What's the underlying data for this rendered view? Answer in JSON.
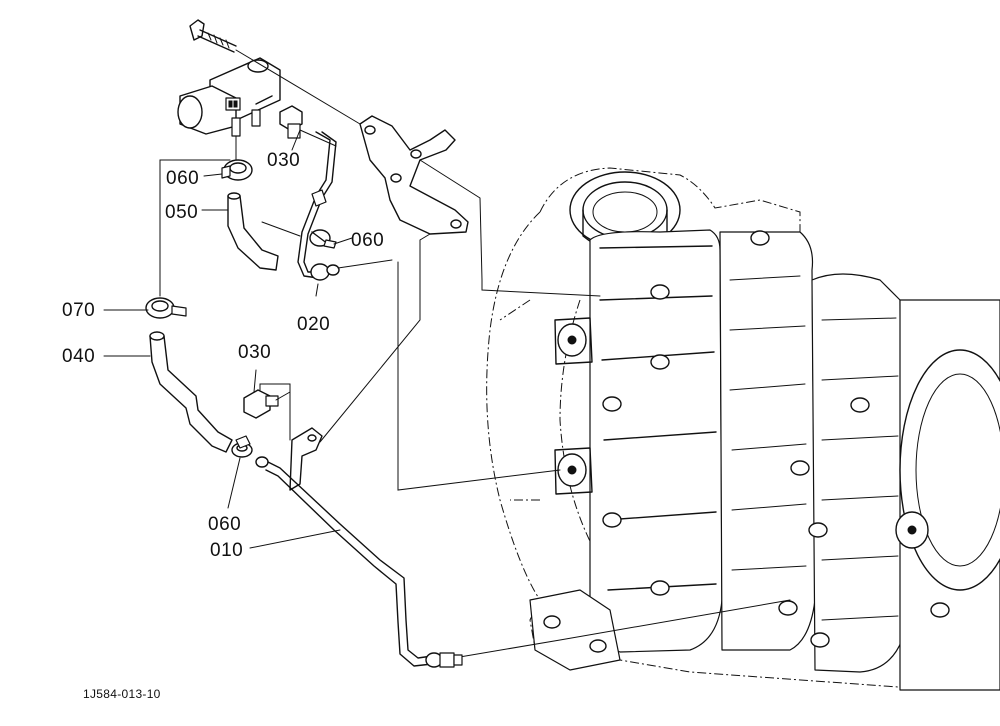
{
  "diagram": {
    "reference_code": "1J584-013-10",
    "part_labels": {
      "p010": "010",
      "p020": "020",
      "p030_upper": "030",
      "p030_lower": "030",
      "p040": "040",
      "p050": "050",
      "p060_upper_left": "060",
      "p060_upper_right": "060",
      "p060_lower": "060",
      "p070": "070"
    }
  }
}
